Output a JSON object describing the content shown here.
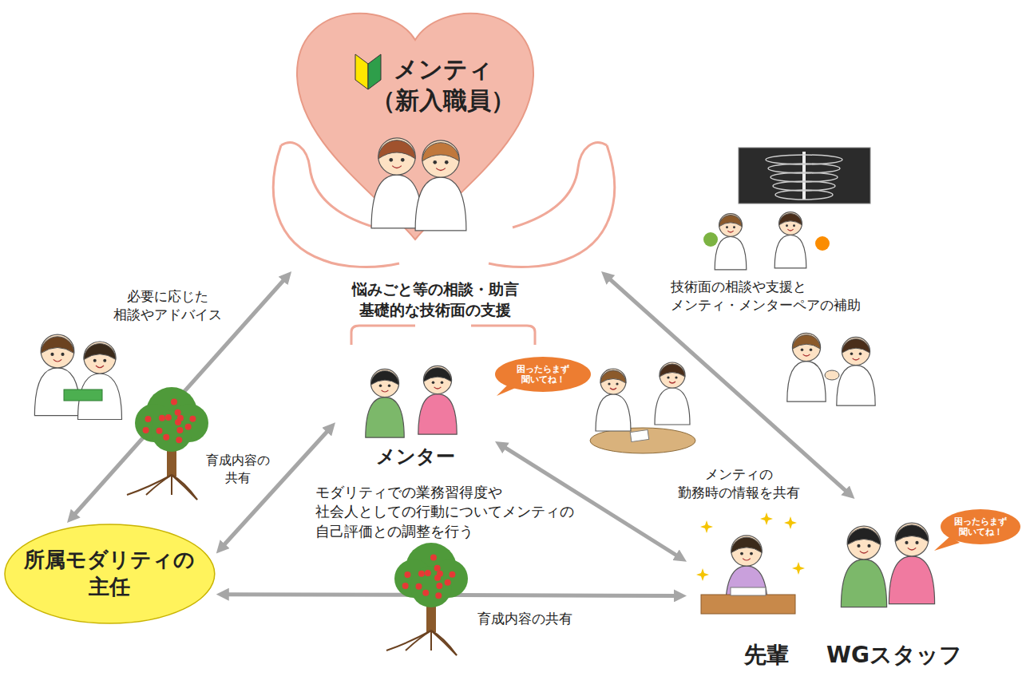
{
  "diagram": {
    "nodes": [
      {
        "text": [
          "メンティ （新入職員）"
        ]
      },
      {
        "text": [
          "メンター"
        ]
      },
      {
        "text": [
          "所属モダリティの 主任"
        ]
      },
      {
        "text": [
          "先輩",
          "WGスタッフ"
        ]
      }
    ],
    "edges": [
      {
        "from": 2,
        "to": 0,
        "arrow": "both",
        "label": "必要に応じた 相談やアドバイス"
      },
      {
        "from": 3,
        "to": 0,
        "arrow": "both",
        "label": "技術面の相談や支援と メンティ・メンターペアの補助"
      },
      {
        "from": 1,
        "to": 2,
        "arrow": "both",
        "label": "育成内容の 共有"
      },
      {
        "from": 1,
        "to": 3,
        "arrow": "both",
        "label": "メンティの 勤務時の情報を共有"
      },
      {
        "from": 2,
        "to": 3,
        "arrow": "both",
        "label": "育成内容の共有"
      }
    ],
    "labels": [
      "悩みごと等の相談・助言 基礎的な技術面の支援",
      "モダリティでの業務習得度や 社会人としての行動についてメンティの 自己評価との調整を行う",
      "困ったらまず 聞いてね！",
      "困ったらまず 聞いてね！"
    ]
  }
}
